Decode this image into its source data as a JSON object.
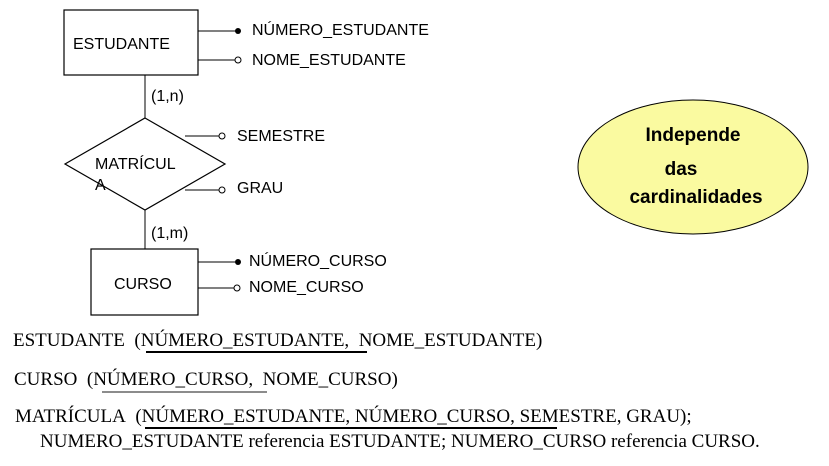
{
  "entities": {
    "estudante": {
      "name": "ESTUDANTE",
      "attributes": {
        "key": "NÚMERO_ESTUDANTE",
        "other": "NOME_ESTUDANTE"
      }
    },
    "curso": {
      "name": "CURSO",
      "attributes": {
        "key": "NÚMERO_CURSO",
        "other": "NOME_CURSO"
      }
    }
  },
  "relationship": {
    "name_line1": "MATRÍCUL",
    "name_line2": "A",
    "attributes": {
      "first": "SEMESTRE",
      "second": "GRAU"
    },
    "cardinality_top": "(1,n)",
    "cardinality_bottom": "(1,m)"
  },
  "note": {
    "line1": "Independe",
    "line2": "das",
    "line3": "cardinalidades",
    "fill_color": "#fafaa0"
  },
  "schema": {
    "estudante": {
      "table": "ESTUDANTE",
      "open": "(",
      "key": "NÚMERO_ESTUDANTE,",
      "rest": "NOME_ESTUDANTE)"
    },
    "curso": {
      "table": "CURSO",
      "open": "(",
      "key": "NÚMERO_CURSO,",
      "rest": "NOME_CURSO)"
    },
    "matricula": {
      "table": "MATRÍCULA",
      "open": "(",
      "key": "NÚMERO_ESTUDANTE,  NÚMERO_CURSO,",
      "rest": "SEMESTRE,  GRAU);"
    },
    "fk_note": "NUMERO_ESTUDANTE referencia ESTUDANTE; NUMERO_CURSO referencia CURSO."
  }
}
